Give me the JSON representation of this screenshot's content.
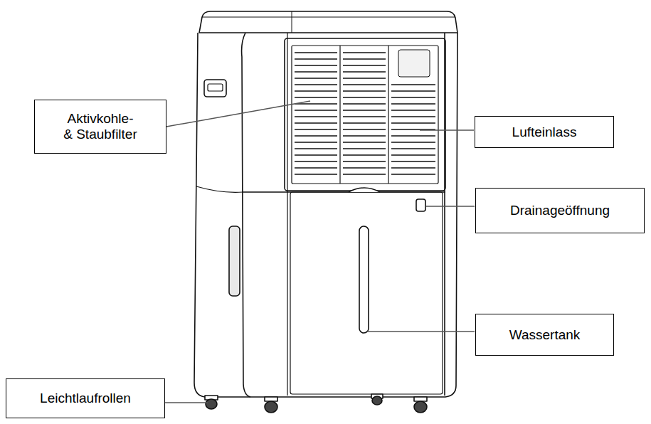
{
  "diagram": {
    "nodes": [
      {
        "text": [
          "Aktivkohle- & Staubfilter"
        ]
      },
      {
        "text": [
          "Lufteinlass"
        ]
      },
      {
        "text": [
          "Drainageöffnung"
        ]
      },
      {
        "text": [
          "Wassertank"
        ]
      },
      {
        "text": [
          "Leichtlaufrollen"
        ]
      }
    ]
  }
}
